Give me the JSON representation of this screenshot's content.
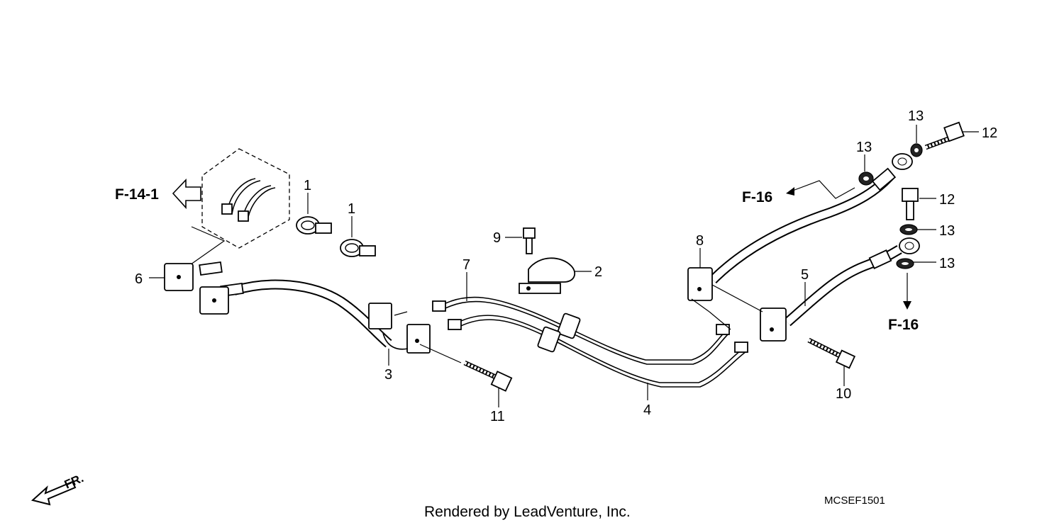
{
  "diagram": {
    "callouts": [
      "1",
      "1",
      "2",
      "3",
      "4",
      "5",
      "6",
      "7",
      "8",
      "9",
      "10",
      "11",
      "12",
      "12",
      "13",
      "13",
      "13",
      "13"
    ],
    "refs": {
      "f14_1": "F-14-1",
      "f16_left": "F-16",
      "f16_right": "F-16"
    },
    "front_label": "FR.",
    "diagram_code": "MCSEF1501",
    "credit": "Rendered by LeadVenture, Inc."
  }
}
